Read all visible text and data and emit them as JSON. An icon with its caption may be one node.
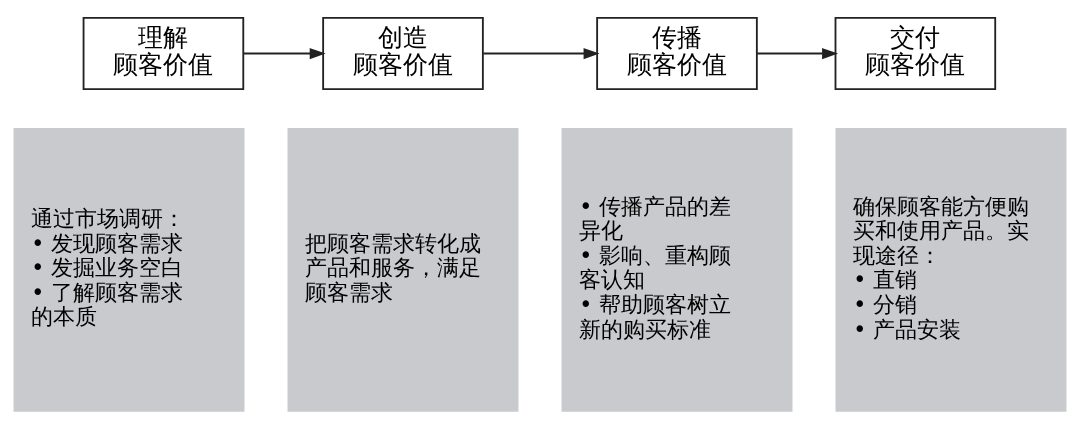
{
  "diagram": {
    "nodes": [
      {
        "text": [
          "理解顾客价值"
        ]
      },
      {
        "text": [
          "创造顾客价值"
        ]
      },
      {
        "text": [
          "传播顾客价值"
        ]
      },
      {
        "text": [
          "交付顾客价值"
        ]
      },
      {
        "text": [
          "通过市场调研：",
          "• 发现顾客需求",
          "• 发掘业务空白",
          "• 了解顾客需求的本质"
        ]
      },
      {
        "text": [
          "把顾客需求转化成产品和服务，满足顾客需求"
        ]
      },
      {
        "text": [
          "• 传播产品的差异化",
          "• 影响、重构顾客认知",
          "• 帮助顾客树立新的购买标准"
        ]
      },
      {
        "text": [
          "确保顾客能方便购买和使用产品。实现途径：",
          "• 直销",
          "• 分销",
          "• 产品安装"
        ]
      }
    ],
    "edges": [
      {
        "from": 0,
        "to": 1,
        "arrow": "to"
      },
      {
        "from": 1,
        "to": 2,
        "arrow": "to"
      },
      {
        "from": 2,
        "to": 3,
        "arrow": "to"
      }
    ]
  }
}
